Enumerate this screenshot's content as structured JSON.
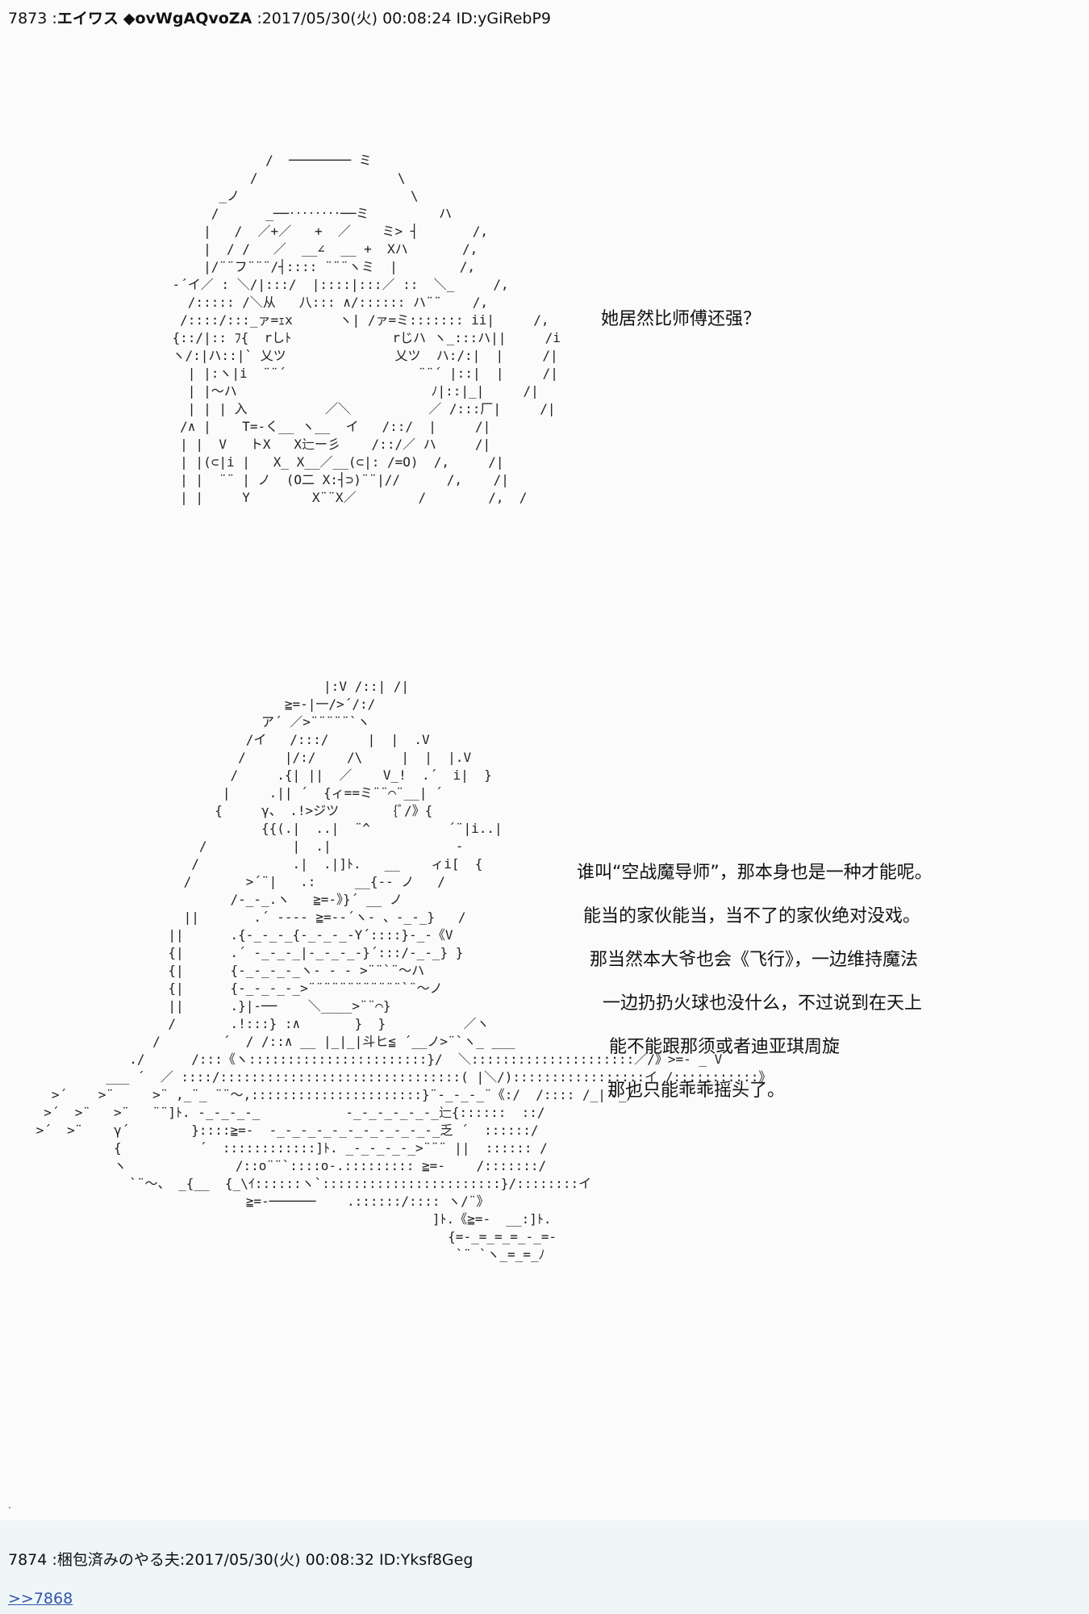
{
  "posts": [
    {
      "number": "7873",
      "name": "エイワス",
      "trip": "◆ovWgAQvoZA",
      "datetime": "2017/05/30(火) 00:08:24",
      "id": "ID:yGiRebP9",
      "aa_art_1": "                /  ──────── ミ\n              /                  \\\n          _ノ                      \\\n         /      _──‥‥‥‥──ミ         ハ\n        |   /  ／+／   +  ／    ミ> ┤       /,\n        |  / /   ／  __∠  __ +  Xハ       /,\n        |/¨¨フ¨¨¨/┤:::: ¨¨¨ヽミ  |        /,\n    ‐´イ／ : ＼/|:::/  |::::|:::／ ::  ＼_     /,\n      /::::: /＼从   八::: ∧/:::::: ハ¨¨    /,\n     /::::/:::_ァ=ｪx      ヽ| /ァ=ミ::::::: ii|     /,\n    {::/|:: ﾌ{  rしﾄ             rじハ ヽ_:::ハ||     /i\n    ヽ/:|ハ::|` 乂ツ              乂ツ  ハ:/:|  |     /|\n      | |:ヽ|i  ¨¨´                 ¨¨´ |::|  |     /|\n      | |〜ハ                         ﾉ|::|_|     /|\n      | | | 入          ／＼          ／ /:::厂|     /|\n     /∧ |    T=-く__ ヽ__  イ   /::/  |     /|\n     | |  V   トX   X辷ー彡    /::/／ ハ     /|\n     | |(⊂|i |   X_ X__／__(⊂|: /=O)  /,     /|\n     | |  ¨¨ | ノ  (O二 X:┤⊃)¨¨|//      /,    /|\n     | |     Y        X¨¨X／        /        /,  /",
      "speech_1": "她居然比师傅还强？",
      "aa_art_2": "                                      |:V /::| /|\n                                 ≧=-|一/>´/:/\n                              ア´ ／>¨¨¨¨¨`ヽ\n                            /イ   /:::/     |  |  .V\n                           /     |/:/    /\\     |  |  |.V\n                          /     .{| ||  ／    V_!  .´  i|  }\n                         |     .|| ´  {ィ==ミ¨¨⌒¨__| ´\n                        {     γ、 .!>ジツ       {ﾞ/》{\n                              {{(.|  ..|  ¨^          ´¨|i..|\n                      /           |  .|                -\n                     /            .|  .|]ﾄ.   __    ィi[  {\n                    /       >´¨|   .:     __{-- ノ   /\n                          /-_-_.ヽ   ≧=-》}´ __ ノ\n                    ||       .´ ---- ≧=--´ヽ- 、-_-_}   /\n                  ||      .{-_-_-_{-_-_-_-Y´::::}-_-《V\n                  {|      .´ -_-_-_|-_-_-_-}´:::/-_-_} }\n                  {|      {-_-_-_-_ヽ- - - >¨¨`¨〜ハ\n                  {|      {-_-_-_-_>¨¨¨¨¨¨¨¨¨¨¨¨`¨〜ノ\n                  ||      .}|-──    ＼____>¨¨⌒}\n                  /       .!:::} :∧       }  }          ／ヽ\n                /        ´  / /::∧ __ |_|_|斗ヒ≦ ´__ノ>¨`ヽ_ ___\n             ./      /:::《ヽ:::::::::::::::::::::::}/  ＼:::::::::::::::::::::／/》>=- _ V\n          ___ ´  ／ ::::/:::::::::::::::::::::::::::::::( |＼/):::::::::::::::::イ /:::::::::::》\n   >´    >¨     >¨ ,_¨_ ¨¨〜,::::::::::::::::::::::}¨-_-_-_¨《:/  /:::: /_|ヽ_/\n  >´  >¨   >¨   ¨¨]ﾄ. -_-_-_-_           -_-_-_-_-_-_辷{::::::  ::/\n >´  >¨    γ´        }::::≧=-  -_-_-_-_-_-_-_-_-_-_-_乏 ´  ::::::/\n           {          ´  ::::::::::::]ﾄ. _-_-_-_-_>¨¨¨ ||  :::::: /\n           ヽ              /::o¨¨`::::o-.::::::::: ≧=-    /:::::::/\n             `¨〜、 _{__  {_\\ｲ::::::ヽ`:::::::::::::::::::::::}/::::::::イ\n                            ≧=-──────    .::::::/:::: ヽ/¨》\n                                                    ]ﾄ.《≧=-  __:]ﾄ.\n                                                      {=-_=_=_=_-_=-\n                                                       `¨ `ヽ_=_=_ﾉ",
      "speech_2": [
        "谁叫“空战魔导师”，那本身也是一种才能呢。",
        "能当的家伙能当，当不了的家伙绝对没戏。",
        "那当然本大爷也会《飞行》，一边维持魔法",
        "一边扔扔火球也没什么，不过说到在天上",
        "能不能跟那须或者迪亚琪周旋",
        "那也只能乖乖摇头了。"
      ],
      "trailing_dot": "."
    },
    {
      "number": "7874",
      "name": "梱包済みのやる夫",
      "datetime": "2017/05/30(火) 00:08:32",
      "id": "ID:Yksf8Geg",
      "reply_ref": ">>7868"
    }
  ]
}
